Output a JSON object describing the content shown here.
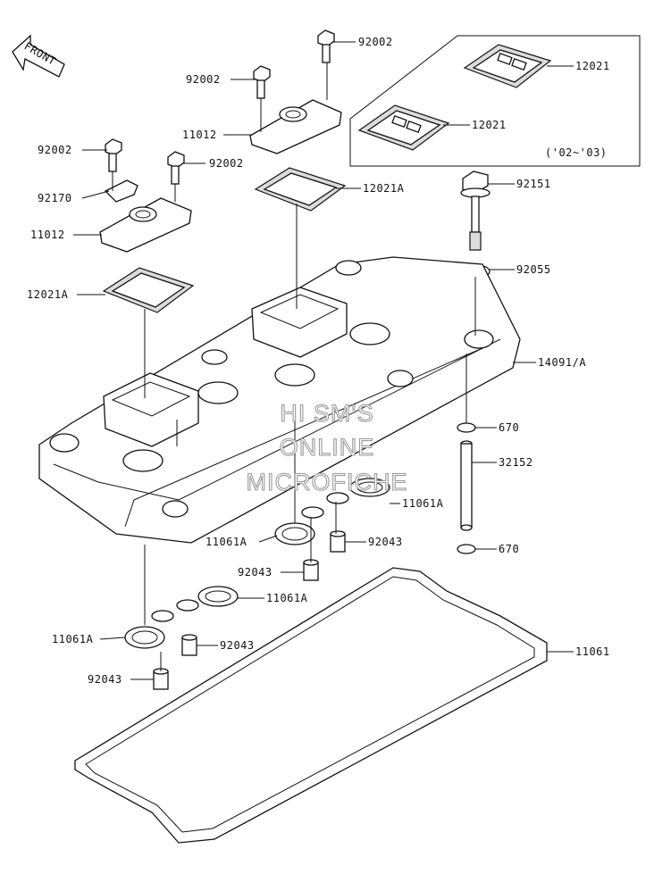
{
  "front_label": "FRONT",
  "date_note": "('02~'03)",
  "watermark": [
    "HI SM'S",
    "ONLINE",
    "MICROFICHE"
  ],
  "callouts": [
    "92002",
    "92002",
    "11012",
    "92002",
    "92170",
    "92002",
    "11012",
    "12021",
    "12021",
    "12021A",
    "92151",
    "92055",
    "12021A",
    "14091/A",
    "670",
    "32152",
    "11061A",
    "11061A",
    "92043",
    "92043",
    "11061A",
    "11061A",
    "92043",
    "92043",
    "670",
    "11061"
  ]
}
